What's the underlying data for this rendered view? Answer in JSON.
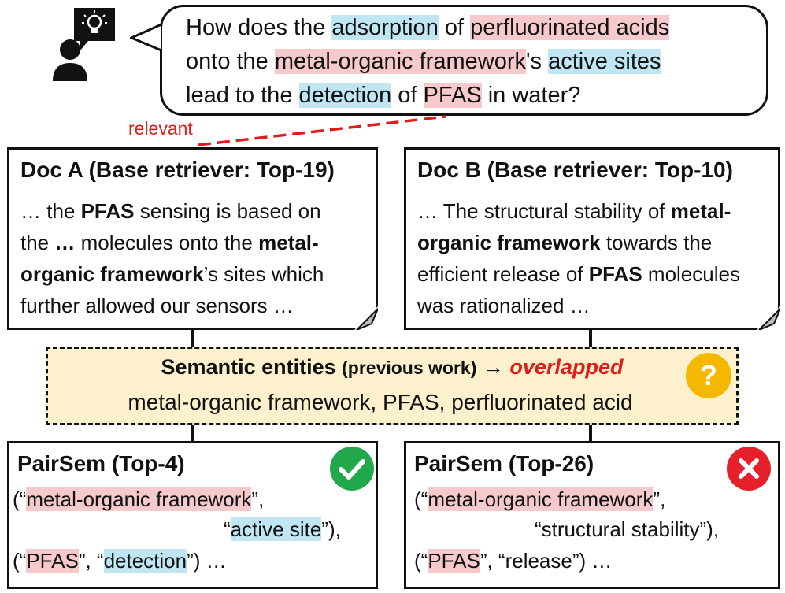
{
  "question": {
    "p1": "How does the ",
    "adsorption": "adsorption",
    "p2": " of ",
    "perfluorinated_acids": "perfluorinated acids",
    "p3": "onto the ",
    "mof": "metal-organic framework",
    "p4": "'s ",
    "active_sites": "active sites",
    "p5": "lead to the ",
    "detection": "detection",
    "p6": " of ",
    "pfas": "PFAS",
    "p7": " in water?"
  },
  "relevant_label": "relevant",
  "doc_a": {
    "title": "Doc A (Base retriever: Top-19)",
    "l1a": "… the ",
    "l1b": "PFAS",
    "l1c": " sensing is based on",
    "l2a": "the ",
    "l2b": "…",
    "l2c": " molecules onto the ",
    "l2d": "metal-",
    "l3a": "organic framework",
    "l3b": "’s sites which",
    "l4": "further allowed our sensors …"
  },
  "doc_b": {
    "title": "Doc B (Base retriever: Top-10)",
    "l1a": "… The structural stability of ",
    "l1b": "metal-",
    "l2a": "organic framework",
    "l2b": " towards the",
    "l3a": "efficient release of ",
    "l3b": "PFAS",
    "l3c": " molecules",
    "l4": "was rationalized …"
  },
  "semantic": {
    "label": "Semantic entities ",
    "paren": "(previous work)",
    "arrow": " → ",
    "overlapped": "overlapped",
    "entities": "metal-organic framework, PFAS, perfluorinated acid"
  },
  "pair_a": {
    "title": "PairSem (Top-4)",
    "l1a": "(“",
    "l1b": "metal-organic framework",
    "l1c": "”,",
    "l2a": "“",
    "l2b": "active site",
    "l2c": "”),",
    "l3a": "(“",
    "l3b": "PFAS",
    "l3c": "”, “",
    "l3d": "detection",
    "l3e": "”) …"
  },
  "pair_b": {
    "title": "PairSem (Top-26)",
    "l1a": "(“",
    "l1b": "metal-organic framework",
    "l1c": "”,",
    "l2": "“structural stability”),",
    "l3a": "(“",
    "l3b": "PFAS",
    "l3c": "”, “release”) …"
  },
  "colors": {
    "highlight_red": "#f6c9cc",
    "highlight_blue": "#bfe6f2",
    "relevant_red": "#e01d1d",
    "semantic_bg": "#fdf0cc",
    "question_yellow": "#f5b800",
    "check_green": "#21a84a",
    "x_red": "#e5202a"
  },
  "icons": [
    "user-with-idea-icon",
    "question-mark-icon",
    "check-icon",
    "x-icon",
    "page-fold-icon"
  ]
}
